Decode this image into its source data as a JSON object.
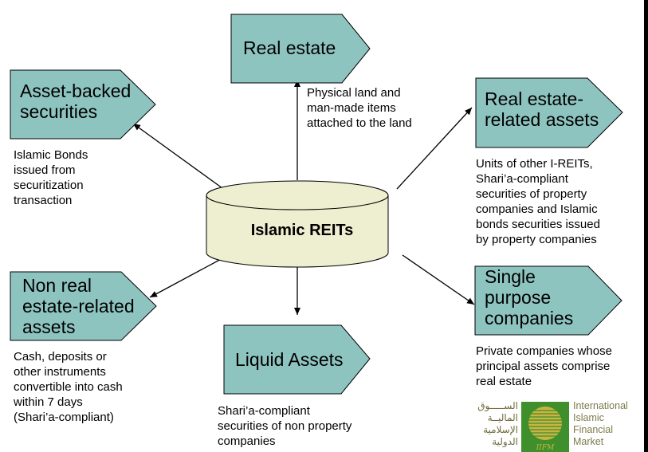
{
  "center": {
    "label": "Islamic REITs"
  },
  "nodes": {
    "real_estate": {
      "label": "Real estate",
      "desc": "Physical land and\nman-made items\nattached to the land"
    },
    "asset_backed": {
      "label": "Asset-backed\nsecurities",
      "desc": "Islamic Bonds\nissued from\nsecuritization\ntransaction"
    },
    "re_related": {
      "label": "Real estate-\nrelated assets",
      "desc": "Units of other I-REITs,\nShari’a-compliant\nsecurities of property\ncompanies and Islamic\nbonds securities issued\nby property companies"
    },
    "non_re": {
      "label": "Non real\nestate-related\nassets",
      "desc": "Cash, deposits or\nother instruments\nconvertible into cash\nwithin 7 days\n(Shari’a-compliant)"
    },
    "liquid": {
      "label": "Liquid Assets",
      "desc": "Shari’a-compliant\nsecurities of non property\ncompanies"
    },
    "single": {
      "label": "Single\npurpose\ncompanies",
      "desc": "Private companies whose\nprincipal assets comprise\nreal estate"
    }
  },
  "logo": {
    "arabic": "الســـــوق\nالماليــة\nالإسلامية\nالدولية",
    "english": "International\nIslamic\nFinancial\nMarket",
    "mark_text": "IIFM"
  },
  "colors": {
    "shape_fill": "#8ec4c0",
    "cylinder_fill": "#eeeed0",
    "logo_green": "#3f8f2c",
    "logo_gold": "#c9b441"
  }
}
